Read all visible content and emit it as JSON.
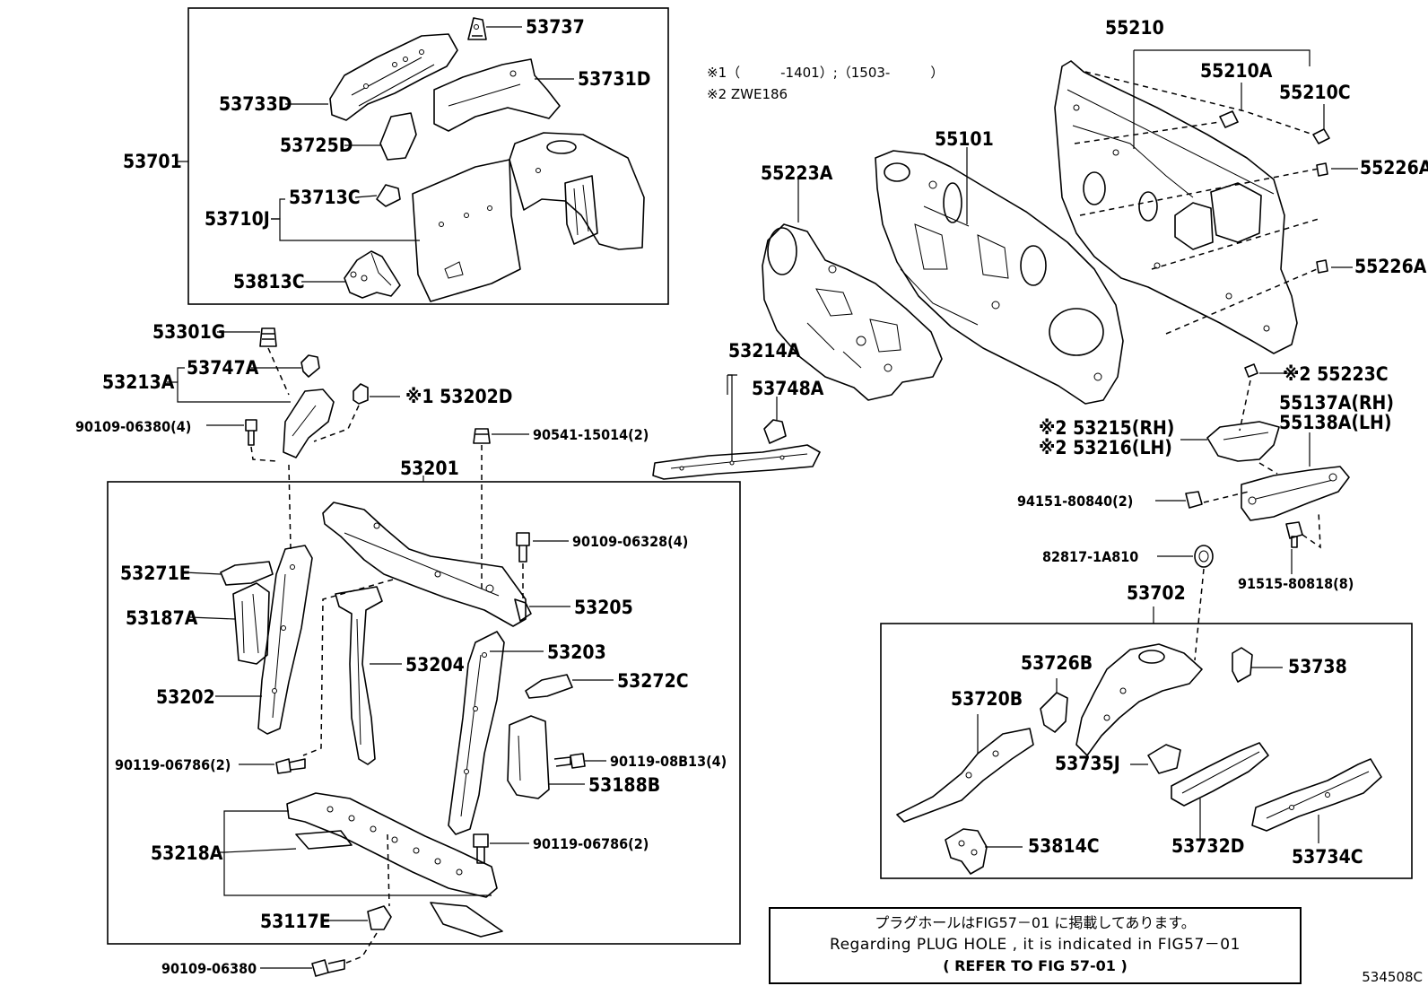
{
  "diagram": {
    "figure_code": "534508C",
    "notes": {
      "note1": "※1（　　　-1401）;（1503-　　　）",
      "note2": "※2 ZWE186"
    },
    "notice": {
      "jp": "プラグホールはFIG57－01 に掲載してあります。",
      "en": "Regarding PLUG HOLE , it is indicated in FIG57－01",
      "ref": "(      REFER TO FIG 57-01      )"
    },
    "groups": {
      "g53701": "53701",
      "g53201": "53201",
      "g53702": "53702"
    },
    "parts": {
      "p53737": "53737",
      "p53731D": "53731D",
      "p53733D": "53733D",
      "p53725D": "53725D",
      "p53713C": "53713C",
      "p53710J": "53710J",
      "p53813C": "53813C",
      "p53301G": "53301G",
      "p53747A": "53747A",
      "p53213A": "53213A",
      "p53202D": "※1 53202D",
      "p90109_06380_4": "90109-06380(4)",
      "p90541_15014_2": "90541-15014(2)",
      "p90109_06328_4": "90109-06328(4)",
      "p53271E": "53271E",
      "p53187A": "53187A",
      "p53205": "53205",
      "p53204": "53204",
      "p53203": "53203",
      "p53272C": "53272C",
      "p53202": "53202",
      "p90119_06786_2a": "90119-06786(2)",
      "p90119_08B13_4": "90119-08B13(4)",
      "p53188B": "53188B",
      "p90119_06786_2b": "90119-06786(2)",
      "p53218A": "53218A",
      "p53117E": "53117E",
      "p90109_06380": "90109-06380",
      "p55210": "55210",
      "p55210A": "55210A",
      "p55210C": "55210C",
      "p55101": "55101",
      "p55223A": "55223A",
      "p55226A_1": "55226A",
      "p55226A_2": "55226A",
      "p53214A": "53214A",
      "p53748A": "53748A",
      "p55223C": "※2 55223C",
      "p55137A": "55137A(RH)",
      "p55138A": "55138A(LH)",
      "p53215": "※2 53215(RH)",
      "p53216": "※2 53216(LH)",
      "p94151": "94151-80840(2)",
      "p82817": "82817-1A810",
      "p91515": "91515-80818(8)",
      "p53726B": "53726B",
      "p53738": "53738",
      "p53720B": "53720B",
      "p53735J": "53735J",
      "p53814C": "53814C",
      "p53732D": "53732D",
      "p53734C": "53734C"
    }
  }
}
